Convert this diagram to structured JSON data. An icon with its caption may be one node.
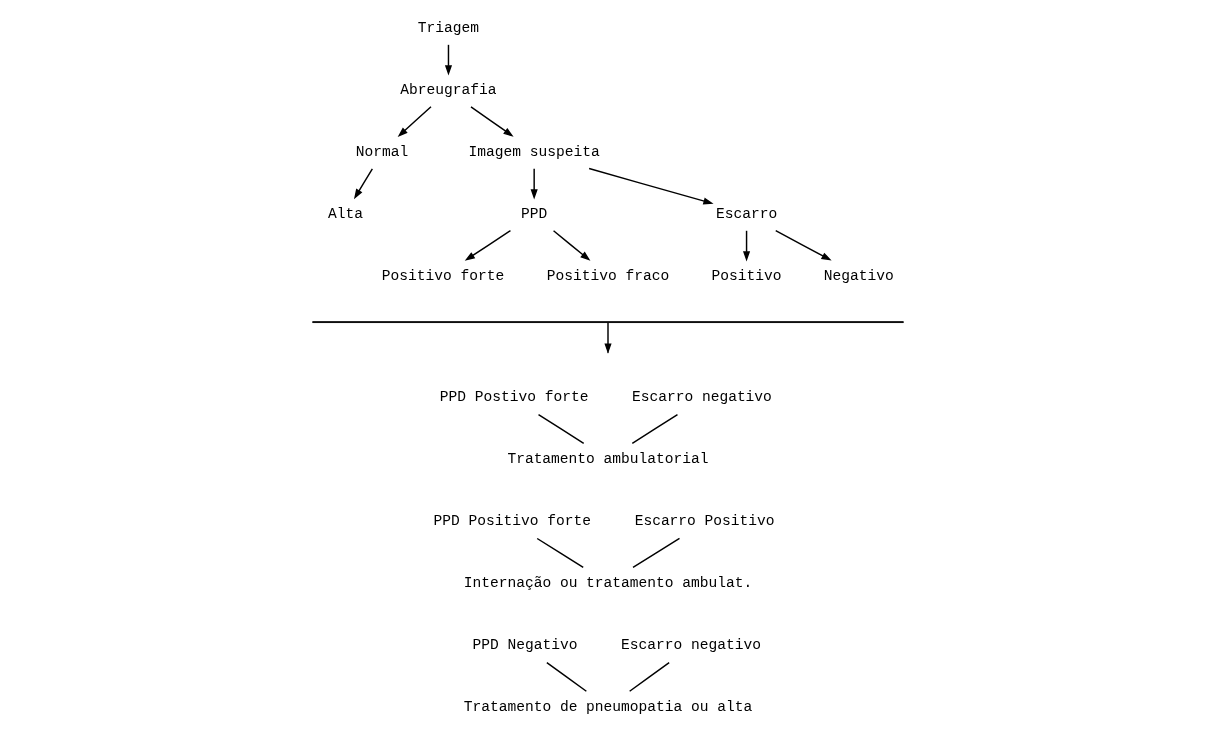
{
  "diagram": {
    "nodes": [
      {
        "text": [
          "Triagem"
        ]
      },
      {
        "text": [
          "Abreugrafia"
        ]
      },
      {
        "text": [
          "Normal"
        ]
      },
      {
        "text": [
          "Alta"
        ]
      },
      {
        "text": [
          "Imagem suspeita"
        ]
      },
      {
        "text": [
          "PPD"
        ]
      },
      {
        "text": [
          "Escarro"
        ]
      },
      {
        "text": [
          "Positivo forte"
        ]
      },
      {
        "text": [
          "Positivo fraco"
        ]
      },
      {
        "text": [
          "Positivo"
        ]
      },
      {
        "text": [
          "Negativo"
        ]
      },
      {
        "text": [],
        "shape": "bar"
      },
      {
        "text": [
          "PPD Postivo forte"
        ]
      },
      {
        "text": [
          "Escarro negativo"
        ]
      },
      {
        "text": [
          "Tratamento ambulatorial"
        ]
      },
      {
        "text": [
          "PPD Positivo forte"
        ]
      },
      {
        "text": [
          "Escarro Positivo"
        ]
      },
      {
        "text": [
          "Internação ou tratamento ambulat."
        ]
      },
      {
        "text": [
          "PPD Negativo"
        ]
      },
      {
        "text": [
          "Escarro negativo"
        ]
      },
      {
        "text": [
          "Tratamento de pneumopatia ou alta"
        ]
      }
    ],
    "edges": [
      {
        "from": 0,
        "to": 1,
        "arrow": "to"
      },
      {
        "from": 1,
        "to": 2,
        "arrow": "to"
      },
      {
        "from": 2,
        "to": 3,
        "arrow": "to"
      },
      {
        "from": 1,
        "to": 4,
        "arrow": "to"
      },
      {
        "from": 4,
        "to": 5,
        "arrow": "to"
      },
      {
        "from": 4,
        "to": 6,
        "arrow": "to"
      },
      {
        "from": 5,
        "to": 7,
        "arrow": "to"
      },
      {
        "from": 5,
        "to": 8,
        "arrow": "to"
      },
      {
        "from": 6,
        "to": 9,
        "arrow": "to"
      },
      {
        "from": 6,
        "to": 10,
        "arrow": "to"
      },
      {
        "from": 11,
        "to": null,
        "arrow": "to"
      },
      {
        "from": 12,
        "to": 14,
        "arrow": "none"
      },
      {
        "from": 13,
        "to": 14,
        "arrow": "none"
      },
      {
        "from": 15,
        "to": 17,
        "arrow": "none"
      },
      {
        "from": 16,
        "to": 17,
        "arrow": "none"
      },
      {
        "from": 18,
        "to": 20,
        "arrow": "none"
      },
      {
        "from": 19,
        "to": 20,
        "arrow": "none"
      }
    ]
  }
}
